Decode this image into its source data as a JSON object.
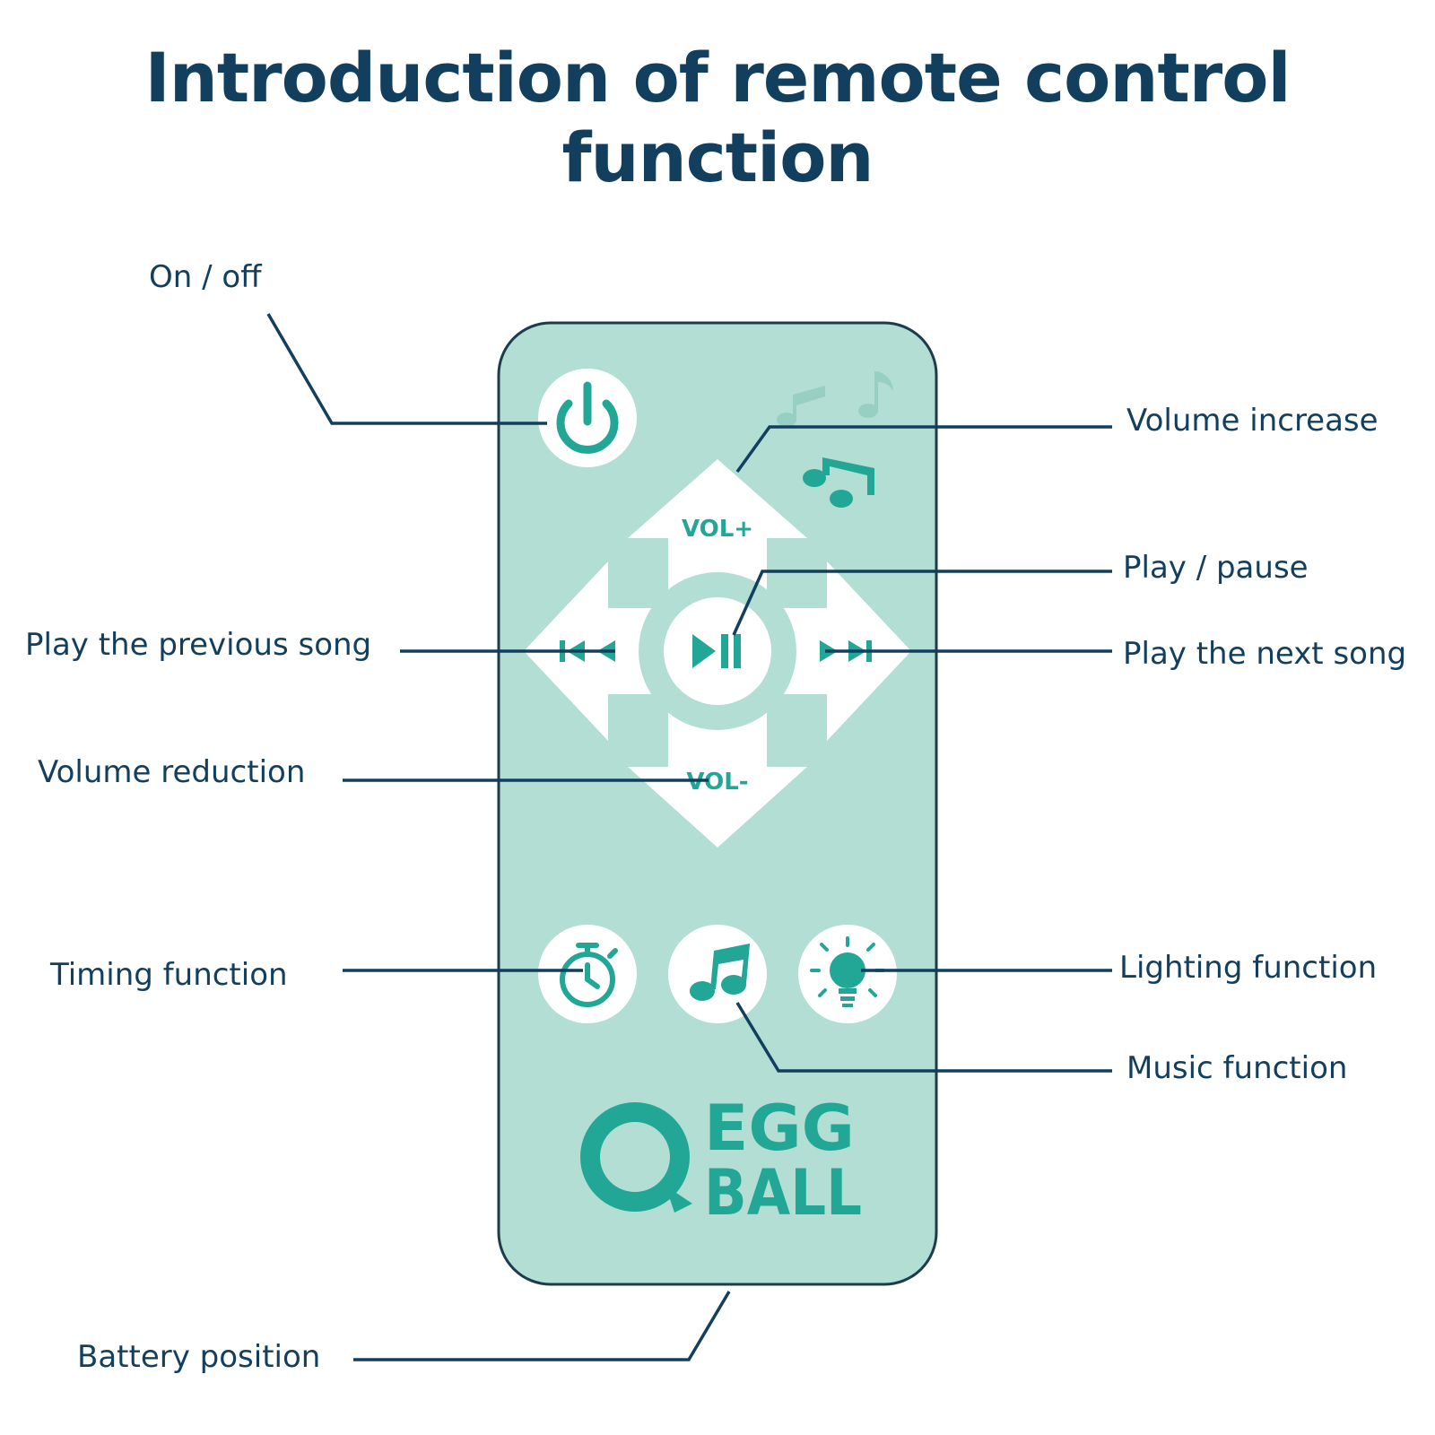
{
  "title": "Introduction of remote control function",
  "colors": {
    "text": "#123f5e",
    "remote_body": "#b2ded4",
    "remote_outline": "#1d3c4b",
    "accent": "#22a797",
    "button_face": "#ffffff",
    "leader_line": "#123f5e"
  },
  "remote": {
    "vol_up_label": "VOL+",
    "vol_down_label": "VOL-",
    "brand_line1": "EGG",
    "brand_line2": "BALL",
    "icons": [
      "power-icon",
      "music-note-icon",
      "previous-track-icon",
      "play-pause-icon",
      "next-track-icon",
      "timer-icon",
      "light-bulb-icon",
      "q-logo-icon"
    ]
  },
  "labels": {
    "on_off": "On / off",
    "volume_increase": "Volume increase",
    "play_pause": "Play / pause",
    "previous_song": "Play the previous song",
    "next_song": "Play the next song",
    "volume_reduction": "Volume reduction",
    "timing": "Timing function",
    "lighting": "Lighting function",
    "music": "Music function",
    "battery": "Battery position"
  }
}
